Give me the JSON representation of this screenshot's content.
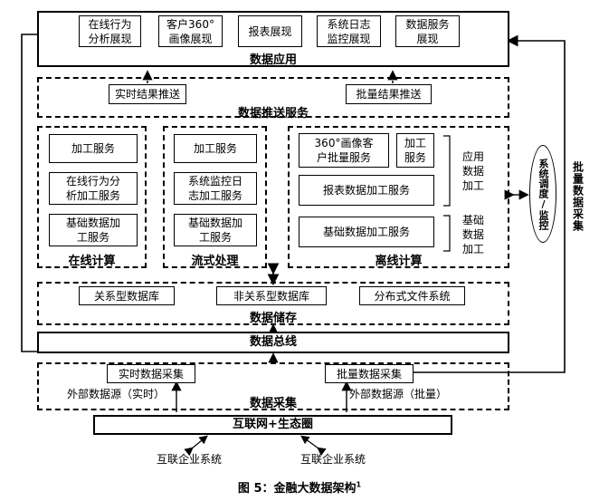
{
  "app_layer": {
    "title": "数据应用",
    "items": [
      "在线行为\n分析展现",
      "客户360°\n画像展现",
      "报表展现",
      "系统日志\n监控展现",
      "数据服务\n展现"
    ]
  },
  "push_layer": {
    "title": "数据推送服务",
    "realtime": "实时结果推送",
    "batch": "批量结果推送"
  },
  "online": {
    "title": "在线计算",
    "items": [
      "加工服务",
      "在线行为分\n析加工服务",
      "基础数据加\n工服务"
    ]
  },
  "stream": {
    "title": "流式处理",
    "items": [
      "加工服务",
      "系统监控日\n志加工服务",
      "基础数据加\n工服务"
    ]
  },
  "offline": {
    "title": "离线计算",
    "portrait": "360°画像客\n户批量服务",
    "process": "加工\n服务",
    "report": "报表数据加工服务",
    "basic": "基础数据加工服务",
    "app_label": "应用\n数据\n加工",
    "basic_label": "基础\n数据\n加工"
  },
  "scheduler": "系统调度/监控",
  "batch_side": "批量数据采集",
  "storage": {
    "title": "数据储存",
    "items": [
      "关系型数据库",
      "非关系型数据库",
      "分布式文件系统"
    ]
  },
  "bus": "数据总线",
  "collect": {
    "title": "数据采集",
    "realtime": "实时数据采集",
    "batch": "批量数据采集",
    "ext_realtime": "外部数据源（实时）",
    "ext_batch": "外部数据源（批量）"
  },
  "internet": "互联网+生态圈",
  "enterprise_left": "互联企业系统",
  "enterprise_right": "互联企业系统",
  "caption": "图 5：金融大数据架构",
  "caption_sup": "1"
}
